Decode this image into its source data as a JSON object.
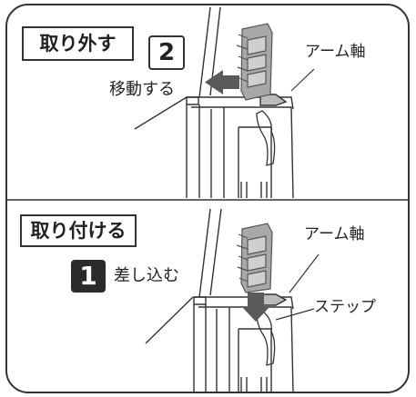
{
  "remove_section": {
    "title": "取り外す",
    "step_number": "2",
    "action_label": "移動する",
    "part_label": "アーム軸"
  },
  "attach_section": {
    "title": "取り付ける",
    "step_number": "1",
    "action_label": "差し込む",
    "part_label_arm": "アーム軸",
    "part_label_step": "ステップ"
  },
  "colors": {
    "line": "#333333",
    "hatch": "#888888",
    "arrow": "#555555",
    "step_badge_fill": "#2a2a2a"
  }
}
